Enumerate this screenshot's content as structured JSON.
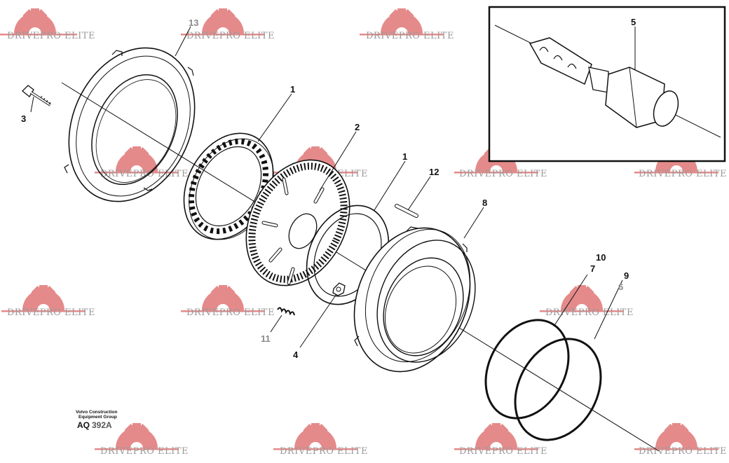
{
  "watermark": {
    "text": "DRIVEPRO ELITE",
    "gear_color": "#e58a8a",
    "text_color": "#9a9a9a"
  },
  "callouts": {
    "c1a": "1",
    "c1b": "1",
    "c2": "2",
    "c3": "3",
    "c4": "4",
    "c5": "5",
    "c6": "6",
    "c7": "7",
    "c8": "8",
    "c9": "9",
    "c10": "10",
    "c11": "11",
    "c12": "12",
    "c13": "13"
  },
  "credit": {
    "line1": "Volvo Construction",
    "line2": "Equipment Group",
    "code_prefix": "AQ",
    "code_number": "392A"
  },
  "inset": {
    "present": true
  }
}
